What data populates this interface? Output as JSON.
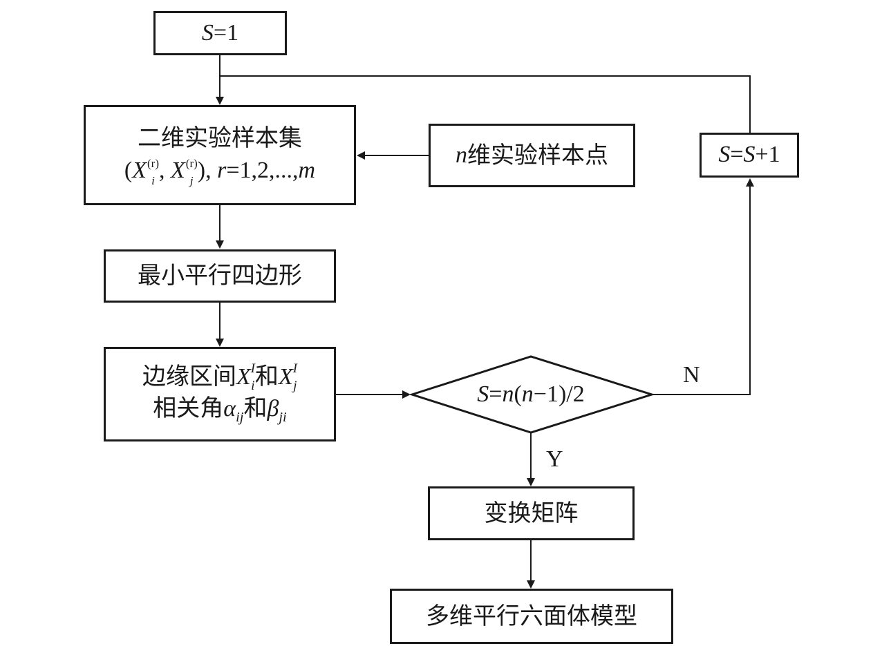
{
  "nodes": {
    "start": {
      "S": "S",
      "eq": "=1"
    },
    "sample_set": {
      "line1": "二维实验样本集",
      "open": "(",
      "X1": "X",
      "i": "i",
      "r1": "(r)",
      "comma": ", ",
      "X2": "X",
      "j": "j",
      "r2": "(r)",
      "close": "), ",
      "r": "r",
      "range": "=1,2,...,",
      "m": "m"
    },
    "n_points": {
      "n": "n",
      "label": "维实验样本点"
    },
    "parallelogram": {
      "label": "最小平行四边形"
    },
    "intervals": {
      "pre": "边缘区间",
      "X1": "X",
      "I1": "I",
      "i": "i",
      "and": "和",
      "X2": "X",
      "I2": "I",
      "j": "j",
      "pre2": "相关角",
      "alpha": "α",
      "ij": "ij",
      "and2": "和",
      "beta": "β",
      "ji": "ji"
    },
    "decision": {
      "S": "S",
      "eq": "=",
      "n1": "n",
      "p": "(",
      "n2": "n",
      "rest": "−1)/2"
    },
    "increment": {
      "S1": "S",
      "eq": "=",
      "S2": "S",
      "plus": "+1"
    },
    "transform": {
      "label": "变换矩阵"
    },
    "model": {
      "label": "多维平行六面体模型"
    }
  },
  "edges": {
    "no_label": "N",
    "yes_label": "Y"
  }
}
